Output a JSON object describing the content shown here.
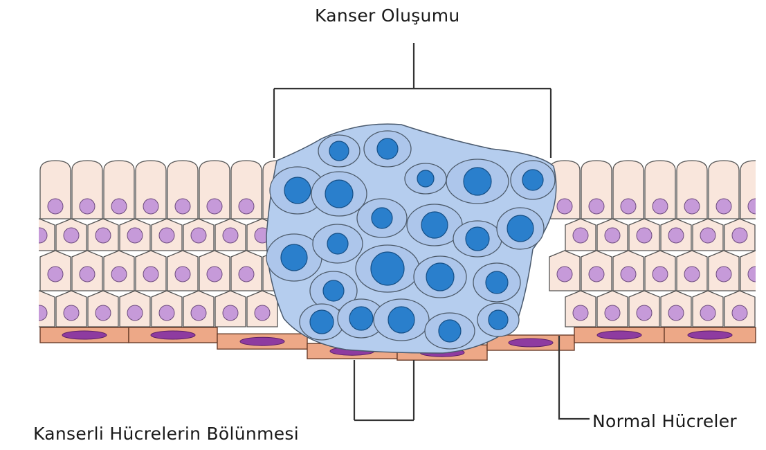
{
  "labels": {
    "cancer_formation": "Kanser Oluşumu",
    "cancer_cell_division": "Kanserli Hücrelerin Bölünmesi",
    "normal_cells": "Normal Hücreler"
  },
  "colors": {
    "normal_cell_fill": "#f9e6dc",
    "normal_nucleus": "#c69ad9",
    "basal_cell_fill": "#eda887",
    "basal_nucleus": "#8e3ba0",
    "tumor_cell_fill": "#adc6eb",
    "tumor_nucleus": "#2a7fcc",
    "line_color": "#333333"
  }
}
